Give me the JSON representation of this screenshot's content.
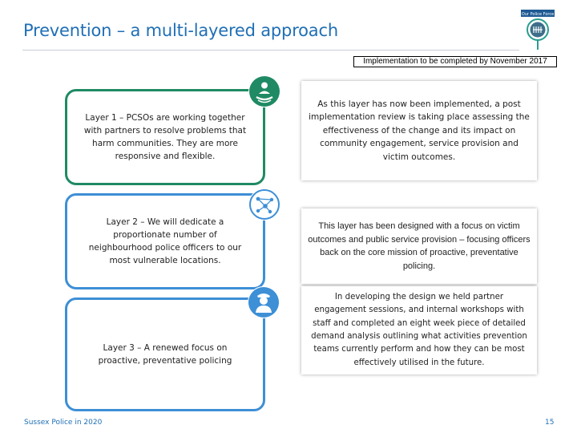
{
  "header": {
    "title": "Prevention – a multi-layered approach",
    "logo_text": "Our Police Force"
  },
  "implementation_note": "Implementation to be completed by November 2017",
  "layers": [
    {
      "text": "Layer 1 – PCSOs are working together with partners to resolve problems that harm communities. They are more responsive and flexible.",
      "color": "#1f8a63",
      "icon": "community-icon"
    },
    {
      "text": "Layer 2 – We will dedicate a proportionate number of neighbourhood police officers to our most vulnerable locations.",
      "color": "#3d8fd6",
      "icon": "network-icon"
    },
    {
      "text": "Layer 3 – A renewed focus on proactive, preventative policing",
      "color": "#3d8fd6",
      "icon": "officer-icon"
    }
  ],
  "descriptions": [
    "As this layer has now been implemented, a post implementation review is taking place assessing the effectiveness of the change and its impact on community engagement, service provision and victim outcomes.",
    "This layer has been designed with a focus on victim outcomes and public service provision – focusing officers back on the core mission of proactive, preventative policing.",
    "In developing the design we held partner engagement sessions, and internal workshops with staff and completed an eight week piece of detailed demand analysis outlining what activities prevention teams currently perform and how they can be most effectively utilised in the future."
  ],
  "footer": {
    "left": "Sussex Police in 2020",
    "page_number": "15"
  },
  "colors": {
    "title_blue": "#1f6fb5",
    "layer1_green": "#1f8a63",
    "layer_blue": "#3d8fd6",
    "logo_teal": "#2a9d8f"
  }
}
